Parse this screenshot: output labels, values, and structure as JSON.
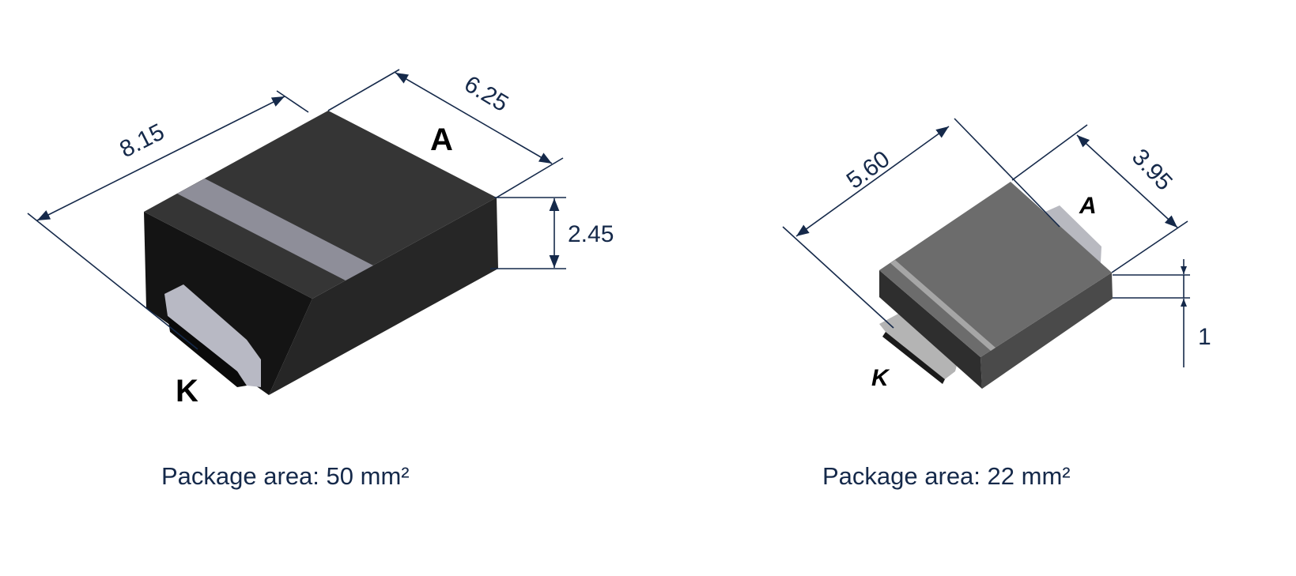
{
  "packages": [
    {
      "dimensions": {
        "length": "8.15",
        "width": "6.25",
        "height": "2.45"
      },
      "pins": {
        "anode": "A",
        "cathode": "K"
      },
      "caption": "Package area: 50 mm²"
    },
    {
      "dimensions": {
        "length": "5.60",
        "width": "3.95",
        "height": "1"
      },
      "pins": {
        "anode": "A",
        "cathode": "K"
      },
      "caption": "Package area: 22 mm²"
    }
  ],
  "colors": {
    "dimension": "#15294a",
    "body_dark": "#2f2f2f",
    "lead": "#b8b9c4"
  }
}
